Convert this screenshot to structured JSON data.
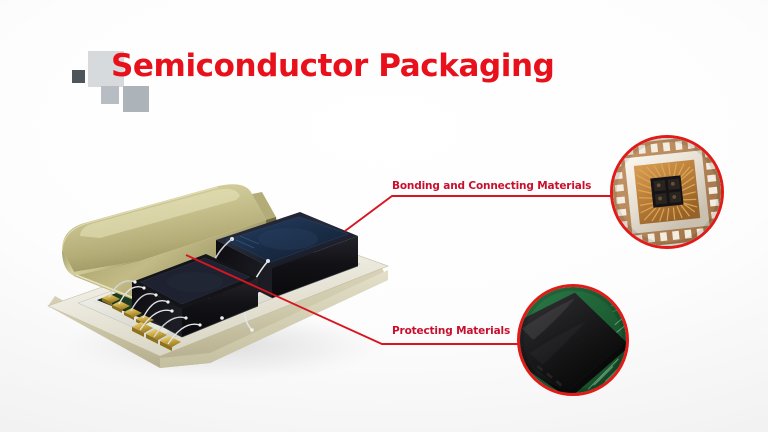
{
  "slide": {
    "title": "Semiconductor Packaging",
    "title_color": "#e8101a",
    "background_color": "#fbfbfc",
    "accent_color": "#c8102e",
    "circle_border_color": "#e01b18",
    "leader_line_color": "#d81622"
  },
  "decorations": {
    "squares": [
      {
        "name": "small-dark",
        "color": "#4e565c"
      },
      {
        "name": "large-light",
        "color": "#d6dadd"
      },
      {
        "name": "mid-gray",
        "color": "#b7bdc2"
      },
      {
        "name": "right-gray",
        "color": "#adb4b9"
      }
    ]
  },
  "illustration": {
    "name": "semiconductor-package-cutaway",
    "description": "Cutaway 3D render of a hermetic semiconductor package with gold metal lid, ceramic base, green substrate, two silicon dies and gold bond wires",
    "colors": {
      "lid_gold": "#c9c391",
      "lid_gold_dark": "#9a945f",
      "base_ceramic": "#e8e4d4",
      "substrate_green": "#1d3a22",
      "die_black": "#151518",
      "die_blue": "#1c2f4a",
      "bond_pad_gold": "#d8b64a",
      "wire_silver": "#dfe2e4",
      "rim_white": "#f4f4f2"
    }
  },
  "callouts": [
    {
      "id": "bonding",
      "label": "Bonding and Connecting Materials",
      "inset_name": "wire-bonded-die-photo",
      "inset_description": "Close-up photograph of a wire-bonded integrated circuit die with gold bond wires radiating to the package substrate"
    },
    {
      "id": "protecting",
      "label": "Protecting Materials",
      "inset_name": "encapsulated-package-photo",
      "inset_description": "Close-up photograph of a black epoxy-molded encapsulated component mounted on a green printed circuit board"
    }
  ]
}
